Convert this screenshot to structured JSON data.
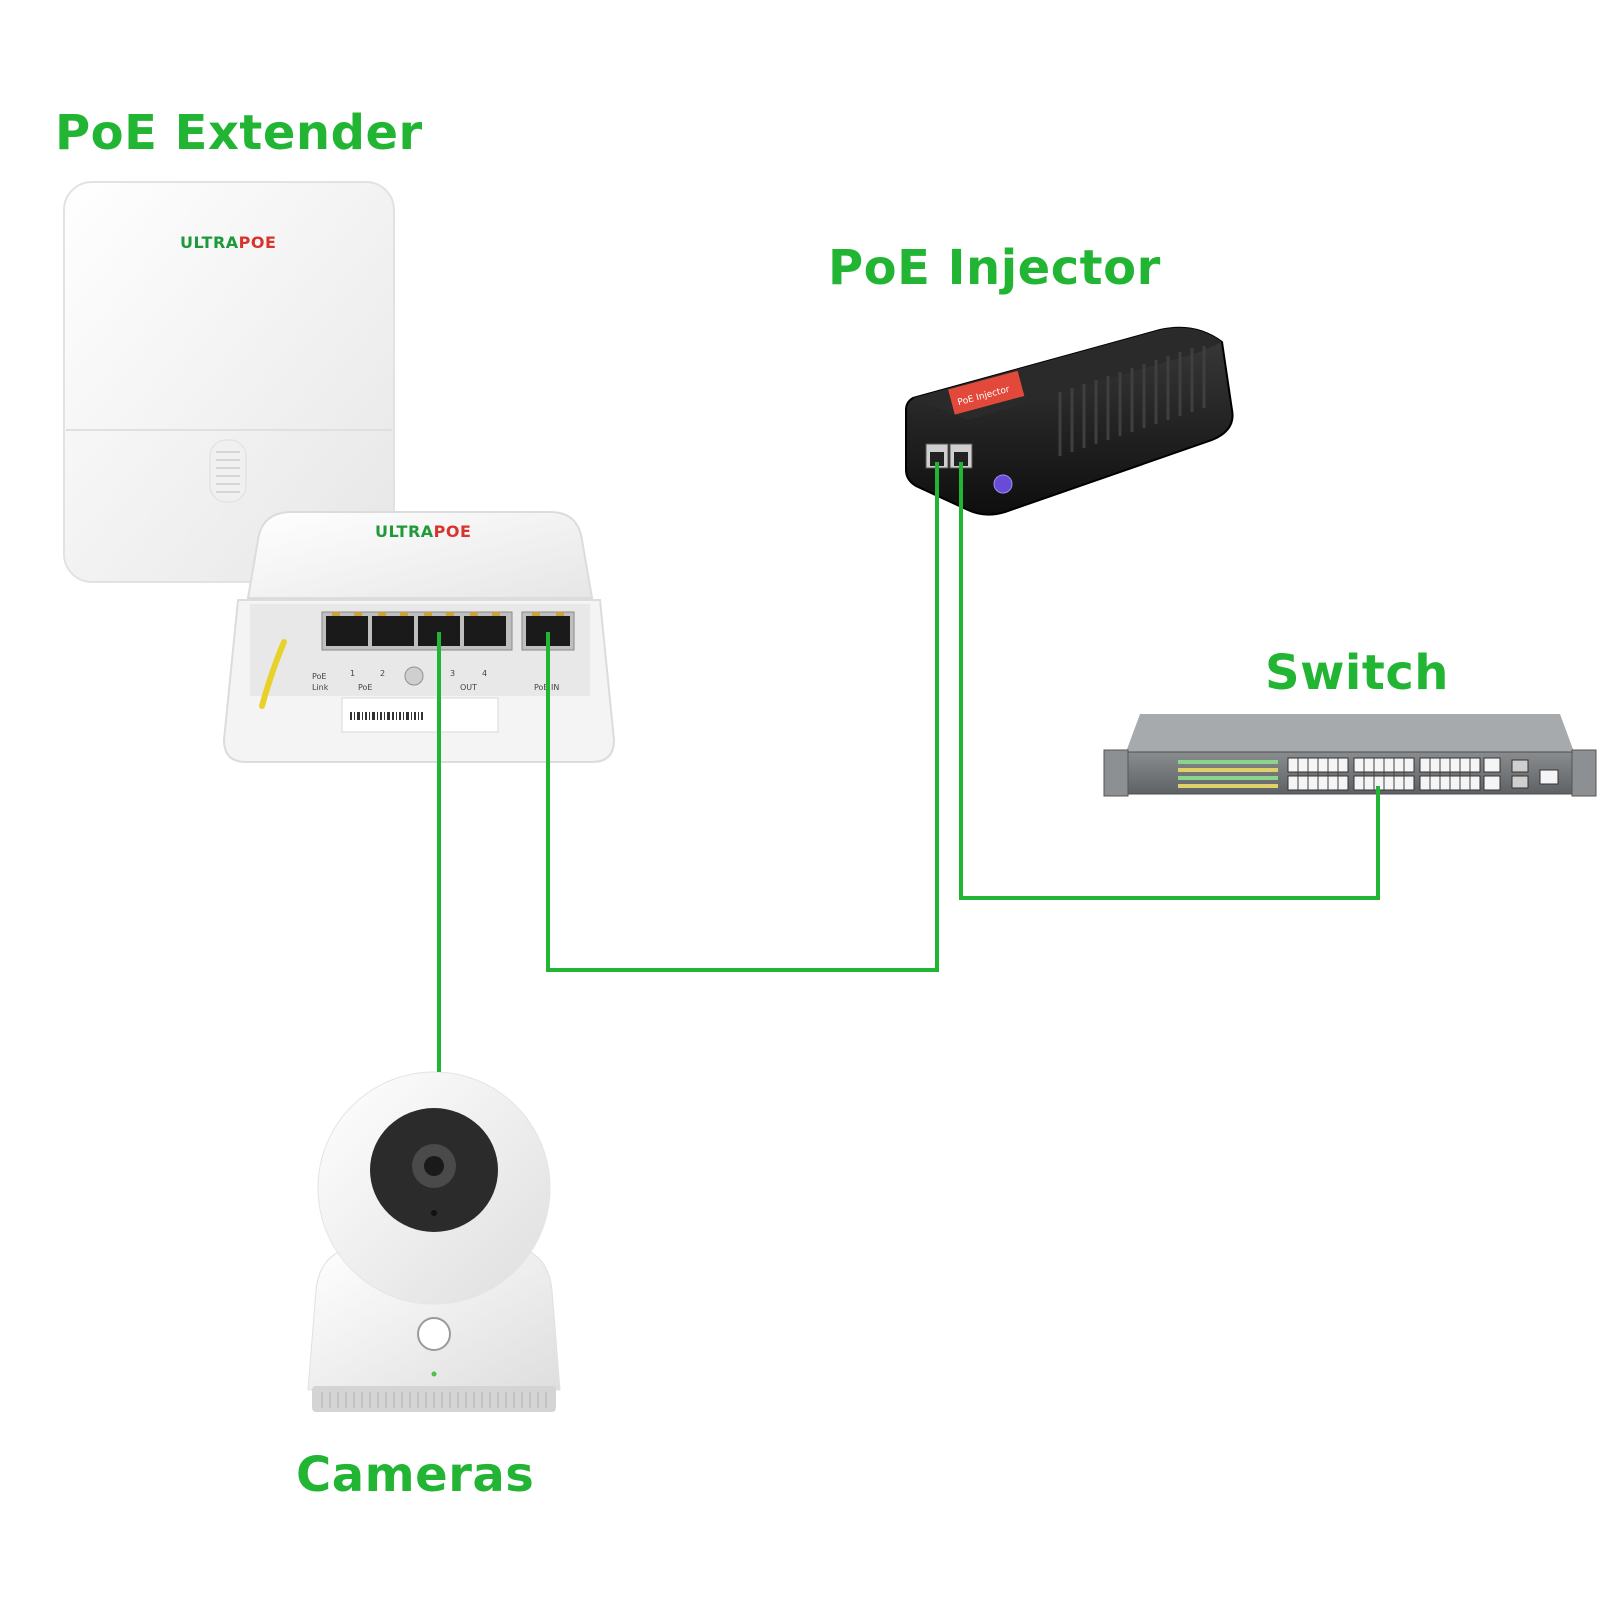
{
  "labels": {
    "extender": "PoE Extender",
    "injector": "PoE Injector",
    "switch": "Switch",
    "cameras": "Cameras"
  },
  "brand": {
    "ultra": "ULTRA",
    "poe": "POE"
  },
  "extender_panel": {
    "poe": "PoE",
    "link": "Link",
    "ports": [
      "1",
      "2",
      "3",
      "4"
    ],
    "group_poe": "PoE",
    "group_out": "OUT",
    "poe_in": "PoE IN"
  },
  "injector_sticker": "PoE Injector",
  "colors": {
    "accent": "#22b534",
    "cable": "#22b534",
    "brand_green": "#1f9a3a",
    "brand_red": "#d8332c"
  },
  "icons": [
    "extender-device",
    "injector-device",
    "switch-device",
    "camera-device"
  ]
}
